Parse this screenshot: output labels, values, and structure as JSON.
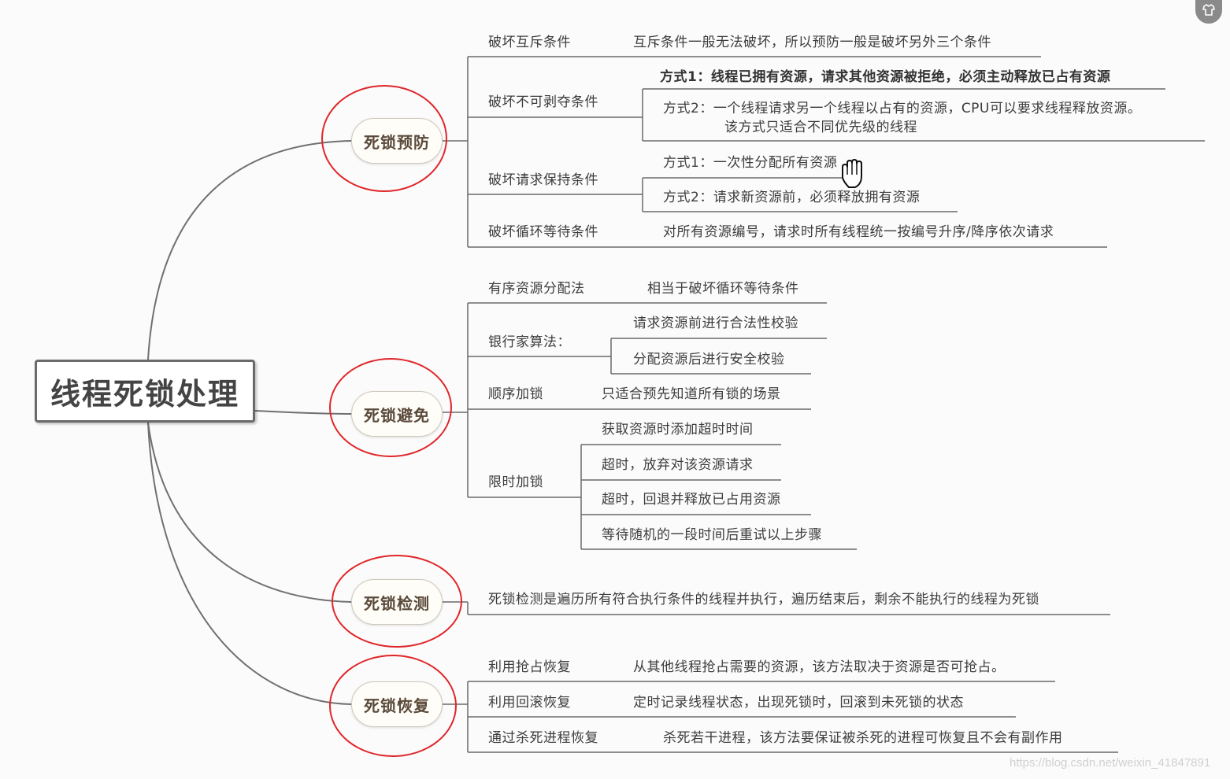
{
  "root": {
    "label": "线程死锁处理"
  },
  "prevention": {
    "label": "死锁预防",
    "items": [
      {
        "label": "破坏互斥条件",
        "detail": "互斥条件一般无法破坏，所以预防一般是破坏另外三个条件"
      },
      {
        "label": "破坏不可剥夺条件",
        "sub": [
          "方式1：线程已拥有资源，请求其他资源被拒绝，必须主动释放已占有资源",
          "方式2：一个线程请求另一个线程以占有的资源，CPU可以要求线程释放资源。",
          "该方式只适合不同优先级的线程"
        ]
      },
      {
        "label": "破坏请求保持条件",
        "sub": [
          "方式1：一次性分配所有资源",
          "方式2：请求新资源前，必须释放拥有资源"
        ]
      },
      {
        "label": "破坏循环等待条件",
        "detail": "对所有资源编号，请求时所有线程统一按编号升序/降序依次请求"
      }
    ]
  },
  "avoidance": {
    "label": "死锁避免",
    "items": [
      {
        "label": "有序资源分配法",
        "detail": "相当于破坏循环等待条件"
      },
      {
        "label": "银行家算法：",
        "sub": [
          "请求资源前进行合法性校验",
          "分配资源后进行安全校验"
        ]
      },
      {
        "label": "顺序加锁",
        "detail": "只适合预先知道所有锁的场景"
      },
      {
        "label": "限时加锁",
        "sub": [
          "获取资源时添加超时时间",
          "超时，放弃对该资源请求",
          "超时，回退并释放已占用资源",
          "等待随机的一段时间后重试以上步骤"
        ]
      }
    ]
  },
  "detection": {
    "label": "死锁检测",
    "detail": "死锁检测是遍历所有符合执行条件的线程并执行，遍历结束后，剩余不能执行的线程为死锁"
  },
  "recovery": {
    "label": "死锁恢复",
    "items": [
      {
        "label": "利用抢占恢复",
        "detail": "从其他线程抢占需要的资源，该方法取决于资源是否可抢占。"
      },
      {
        "label": "利用回滚恢复",
        "detail": "定时记录线程状态，出现死锁时，回滚到未死锁的状态"
      },
      {
        "label": "通过杀死进程恢复",
        "detail": "杀死若干进程，该方法要保证被杀死的进程可恢复且不会有副作用"
      }
    ]
  },
  "watermark": "https://blog.csdn.net/weixin_41847891",
  "colors": {
    "highlight_ring": "#e0262a",
    "line": "#6a6a6a"
  },
  "icons": {
    "cursor": "hand-pointer-icon",
    "badge": "shirt-icon"
  }
}
